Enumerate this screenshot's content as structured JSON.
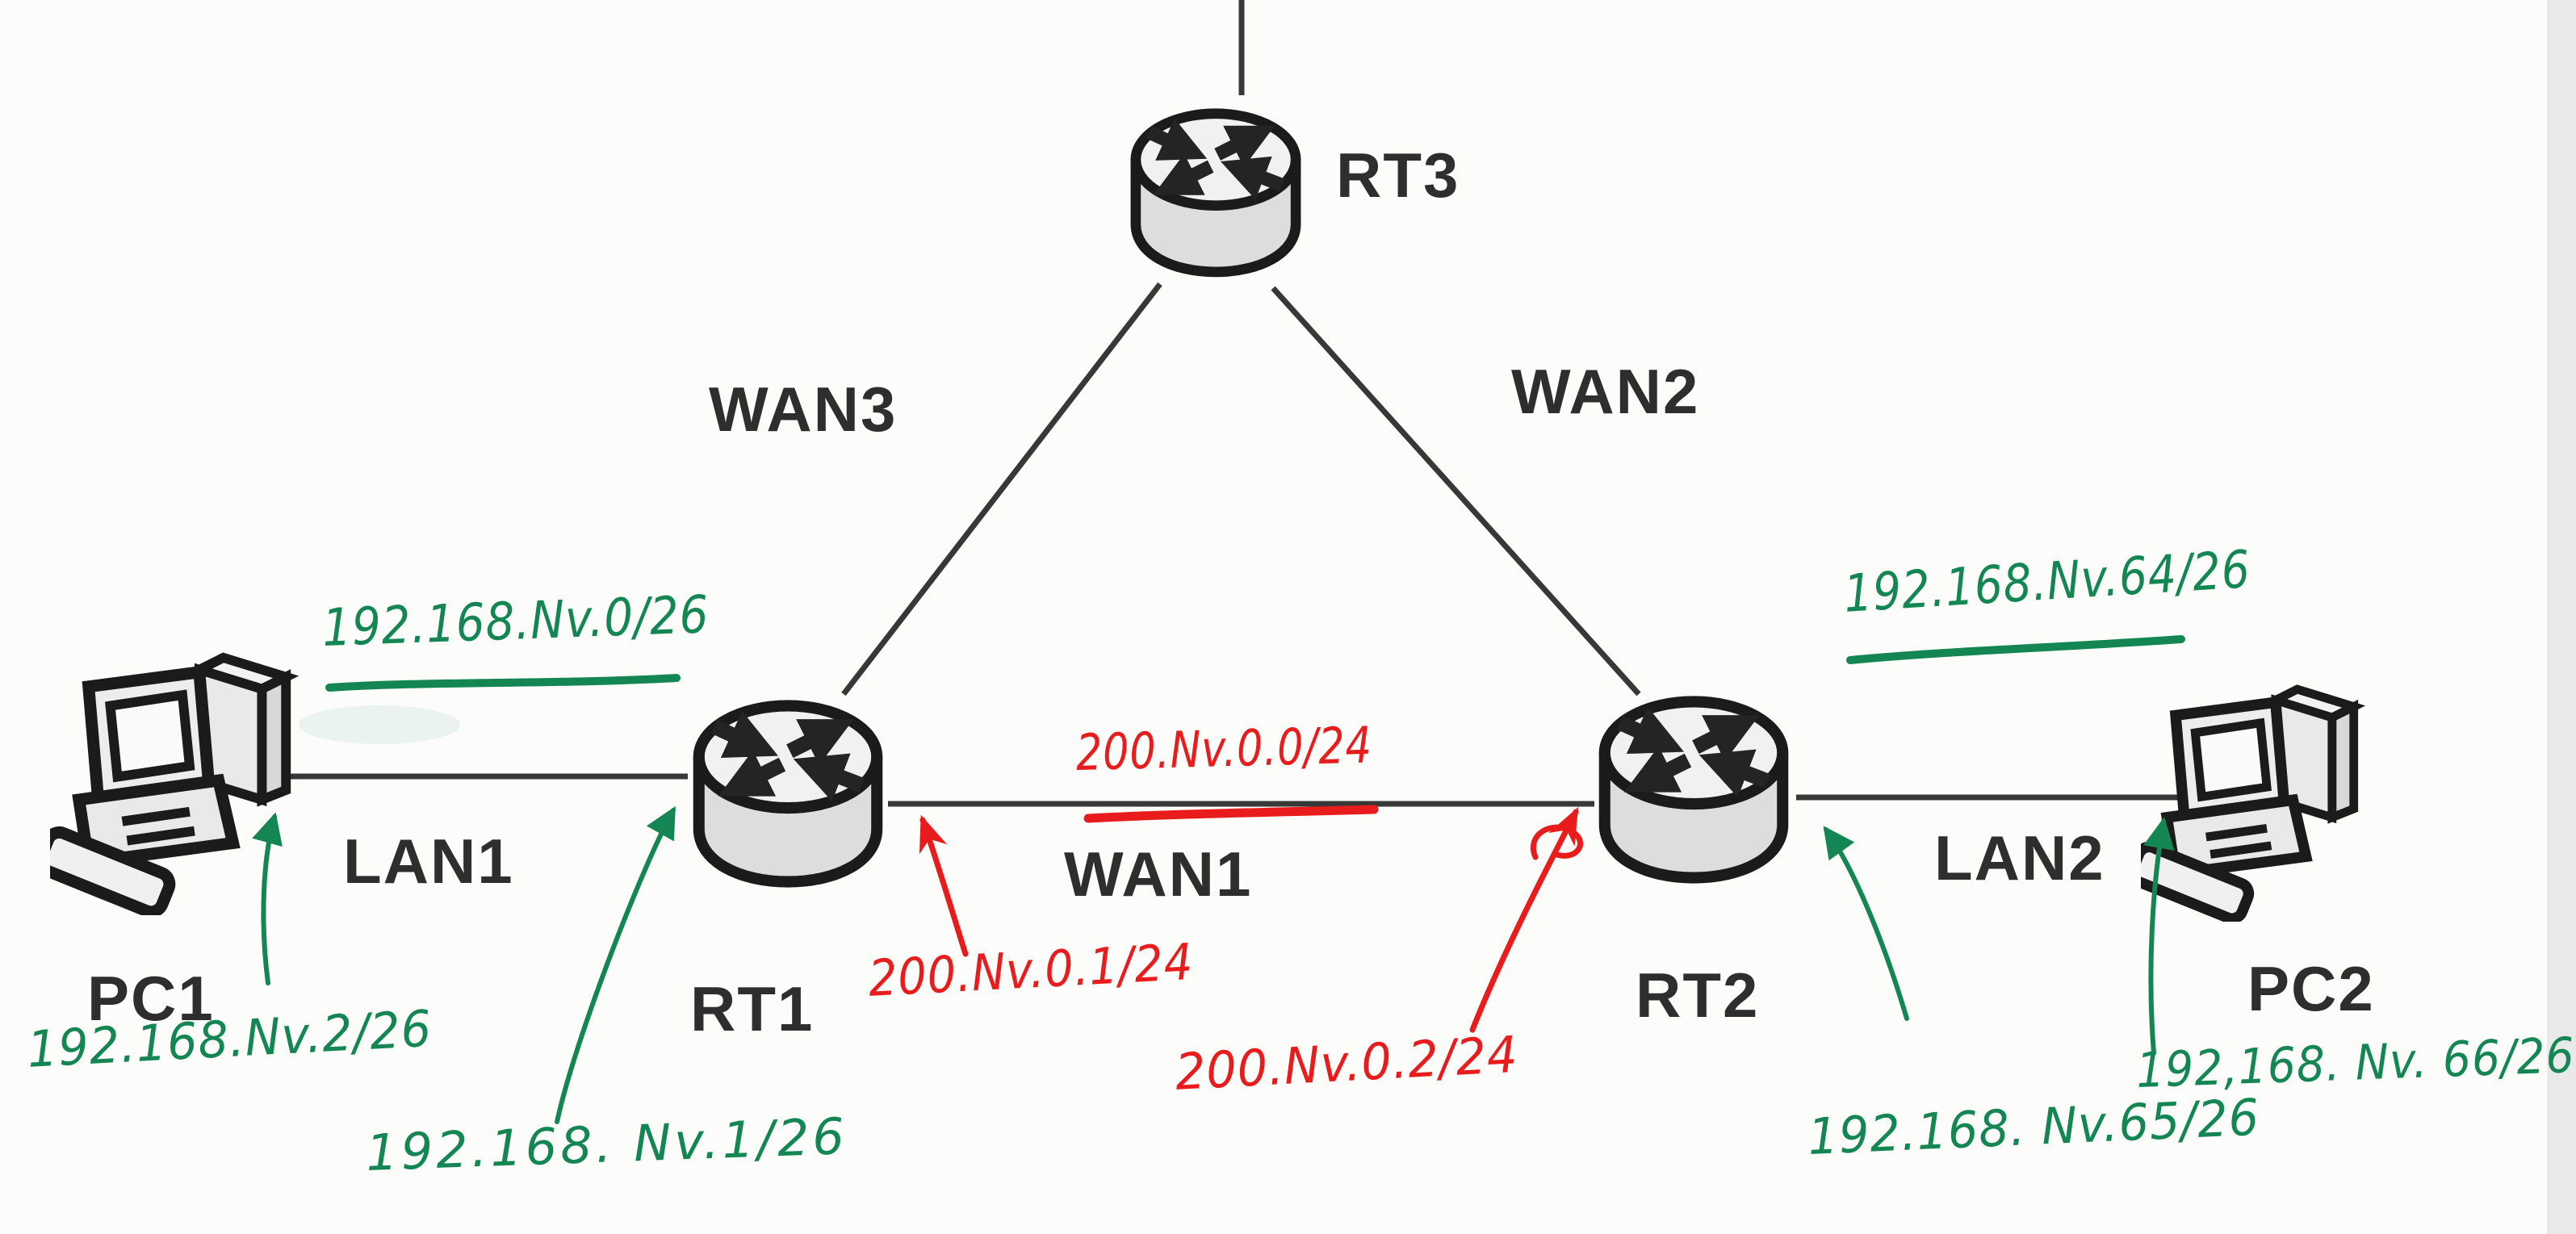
{
  "labels": {
    "rt1": "RT1",
    "rt2": "RT2",
    "rt3": "RT3",
    "pc1": "PC1",
    "pc2": "PC2",
    "lan1": "LAN1",
    "lan2": "LAN2",
    "wan1": "WAN1",
    "wan2": "WAN2",
    "wan3": "WAN3"
  },
  "annotations": {
    "lan1_network": "192.168.Nv.0/26",
    "lan2_network": "192.168.Nv.64/26",
    "pc1_ip": "192.168.Nv.2/26",
    "rt1_lan_ip": "192.168. Nv.1/26",
    "rt2_lan_ip": "192.168. Nv.65/26",
    "pc2_ip": "192,168. Nv. 66/26",
    "wan1_network": "200.Nv.0.0/24",
    "rt1_wan_ip": "200.Nv.0.1/24",
    "rt2_wan_ip": "200.Nv.0.2/24"
  },
  "colors": {
    "green_ink": "#148653",
    "red_ink": "#e81c1c",
    "diagram_line": "#383838",
    "label_text": "#2e2e2e",
    "paper": "#fcfcfa"
  }
}
